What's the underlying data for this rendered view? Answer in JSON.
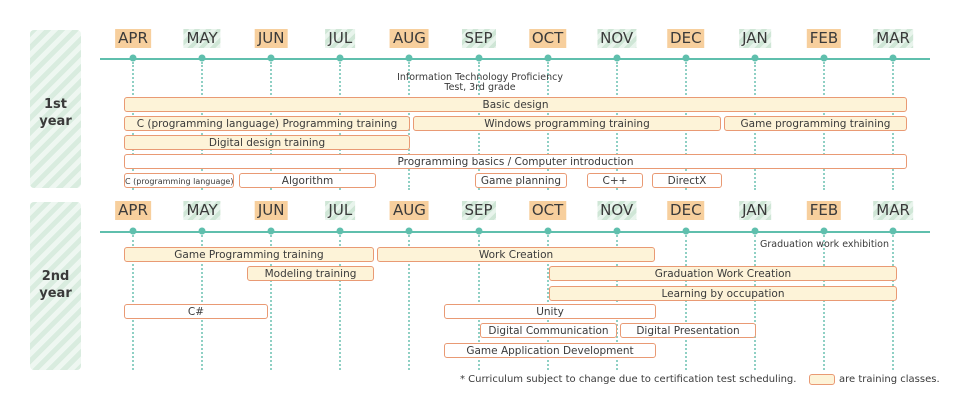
{
  "months": [
    "APR",
    "MAY",
    "JUN",
    "JUL",
    "AUG",
    "SEP",
    "OCT",
    "NOV",
    "DEC",
    "JAN",
    "FEB",
    "MAR"
  ],
  "month_styles": [
    "orange",
    "green",
    "orange",
    "green",
    "orange",
    "green",
    "orange",
    "green",
    "orange",
    "green",
    "orange",
    "green"
  ],
  "colors": {
    "accent": "#5fbfad",
    "month_orange": "#f7cf9d",
    "month_green": "#cfe6d6",
    "bar_border": "#e99a74",
    "bar_fill": "#fdf3d8"
  },
  "years": [
    {
      "label": "1st year",
      "note": "Information Technology Proficiency Test, 3rd grade",
      "bars": [
        {
          "label": "Basic design",
          "training": true
        },
        {
          "label": "C (programming language) Programming training",
          "training": true
        },
        {
          "label": "Windows programming training",
          "training": true
        },
        {
          "label": "Game programming training",
          "training": true
        },
        {
          "label": "Digital design training",
          "training": true
        },
        {
          "label": "Programming basics / Computer introduction",
          "training": true
        },
        {
          "label": "C (programming language) basics",
          "training": false
        },
        {
          "label": "Algorithm",
          "training": false
        },
        {
          "label": "Game planning",
          "training": false
        },
        {
          "label": "C++",
          "training": false
        },
        {
          "label": "DirectX",
          "training": false
        }
      ]
    },
    {
      "label": "2nd year",
      "note": "Graduation work exhibition",
      "bars": [
        {
          "label": "Game Programming training",
          "training": true
        },
        {
          "label": "Work Creation",
          "training": true
        },
        {
          "label": "Modeling training",
          "training": true
        },
        {
          "label": "Graduation Work Creation",
          "training": true
        },
        {
          "label": "Learning by occupation",
          "training": true
        },
        {
          "label": "C#",
          "training": false
        },
        {
          "label": "Unity",
          "training": false
        },
        {
          "label": "Digital Communication",
          "training": false
        },
        {
          "label": "Digital Presentation",
          "training": false
        },
        {
          "label": "Game Application Development",
          "training": false
        }
      ]
    }
  ],
  "footer": {
    "note": "* Curriculum subject to change due to certification test scheduling.",
    "legend": "are training classes."
  }
}
